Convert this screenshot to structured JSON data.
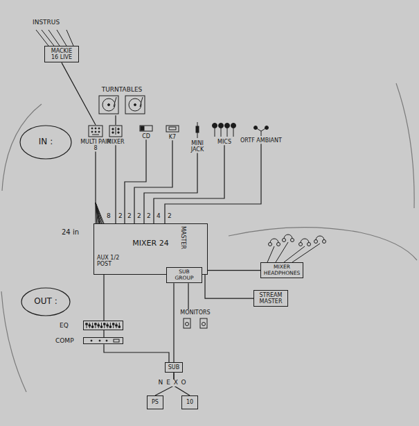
{
  "diagram": {
    "nodes": [
      {
        "text": [
          "MACKIE 16 LIVE"
        ]
      },
      {
        "text": [
          "TURNTABLES"
        ]
      },
      {
        "text": [
          "IN :"
        ]
      },
      {
        "text": [
          "MULTI PAIR 8"
        ]
      },
      {
        "text": [
          "MIXER"
        ]
      },
      {
        "text": [
          "CD"
        ]
      },
      {
        "text": [
          "K7"
        ]
      },
      {
        "text": [
          "MINI JACK"
        ]
      },
      {
        "text": [
          "MICS"
        ]
      },
      {
        "text": [
          "ORTF AMBIANT"
        ]
      },
      {
        "text": [
          "MIXER 24",
          "MASTER",
          "AUX 1/2 POST"
        ]
      },
      {
        "text": [
          "SUB GROUP"
        ],
        "in": 10
      },
      {
        "text": [
          "MIXER HEADPHONES"
        ]
      },
      {
        "text": [
          "STREAM MASTER"
        ]
      },
      {
        "text": [
          "OUT :"
        ]
      },
      {
        "text": [
          "MONITORS"
        ]
      },
      {
        "text": [
          "EQ"
        ]
      },
      {
        "text": [
          "COMP"
        ]
      },
      {
        "text": [
          "SUB"
        ]
      },
      {
        "text": [
          "PS"
        ]
      },
      {
        "text": [
          "10"
        ]
      }
    ],
    "edges": [
      {
        "from": 0,
        "to": 3,
        "arrow": "none"
      },
      {
        "from": 1,
        "to": 4,
        "arrow": "none"
      },
      {
        "from": 3,
        "to": 10,
        "arrow": "none"
      },
      {
        "from": 4,
        "to": 10,
        "arrow": "none"
      },
      {
        "from": 5,
        "to": 10,
        "arrow": "none"
      },
      {
        "from": 6,
        "to": 10,
        "arrow": "none"
      },
      {
        "from": 7,
        "to": 10,
        "arrow": "none"
      },
      {
        "from": 8,
        "to": 10,
        "arrow": "none"
      },
      {
        "from": 9,
        "to": 10,
        "arrow": "none"
      },
      {
        "from": 10,
        "to": 12,
        "arrow": "none"
      },
      {
        "from": 10,
        "to": 13,
        "arrow": "none"
      },
      {
        "from": 11,
        "to": 15,
        "arrow": "none"
      },
      {
        "from": 10,
        "to": 16,
        "arrow": "none"
      },
      {
        "from": 16,
        "to": 17,
        "arrow": "none"
      },
      {
        "from": 17,
        "to": 18,
        "arrow": "none"
      },
      {
        "from": 11,
        "to": 18,
        "arrow": "none"
      },
      {
        "from": 18,
        "to": 19,
        "arrow": "none"
      },
      {
        "from": 18,
        "to": 20,
        "arrow": "none"
      }
    ],
    "labels": [
      "INSTRUS",
      "24 in",
      "8",
      "2",
      "2",
      "2",
      "2",
      "4",
      "2",
      "NEXO"
    ]
  }
}
